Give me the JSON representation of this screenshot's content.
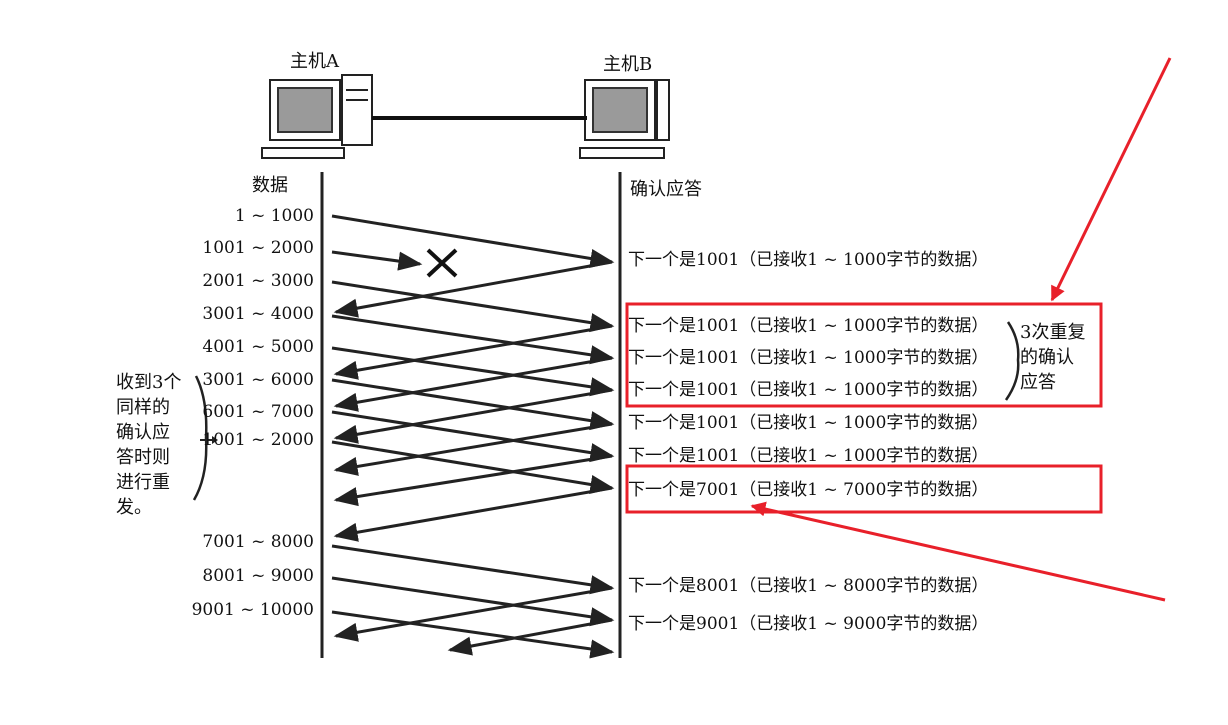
{
  "hosts": {
    "a": "主机A",
    "b": "主机B"
  },
  "column_headers": {
    "data": "数据",
    "ack": "确认应答"
  },
  "segments_sent": [
    "1 ~ 1000",
    "1001 ~ 2000",
    "2001 ~ 3000",
    "3001 ~ 4000",
    "4001 ~ 5000",
    "3001 ~ 6000",
    "6001 ~ 7000",
    "1001 ~ 2000",
    "7001 ~ 8000",
    "8001 ~ 9000",
    "9001 ~ 10000"
  ],
  "acks": [
    "下一个是1001（已接收1 ~ 1000字节的数据）",
    "下一个是1001（已接收1 ~ 1000字节的数据）",
    "下一个是1001（已接收1 ~ 1000字节的数据）",
    "下一个是1001（已接收1 ~ 1000字节的数据）",
    "下一个是1001（已接收1 ~ 1000字节的数据）",
    "下一个是1001（已接收1 ~ 1000字节的数据）",
    "下一个是7001（已接收1 ~ 7000字节的数据）",
    "下一个是8001（已接收1 ~ 8000字节的数据）",
    "下一个是9001（已接收1 ~ 9000字节的数据）"
  ],
  "dup_ack_note": [
    "3次重复",
    "的确认",
    "应答"
  ],
  "retransmit_note": [
    "收到3个",
    "同样的",
    "确认应",
    "答时则",
    "进行重",
    "发。"
  ],
  "loss_marker": "lost-segment-x",
  "colors": {
    "highlight": "#e8202a",
    "ink": "#222222"
  }
}
